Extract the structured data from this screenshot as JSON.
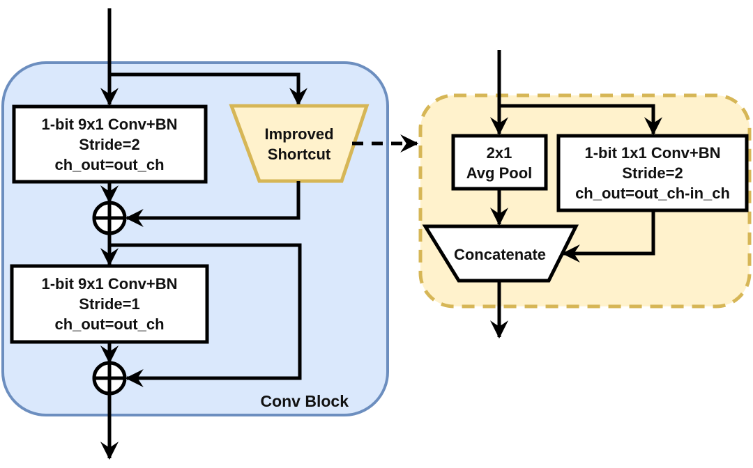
{
  "colors": {
    "conv_block_fill": "#dae8fc",
    "conv_block_stroke": "#6c8ebf",
    "shortcut_fill": "#fff2cc",
    "shortcut_stroke": "#d6b656",
    "line": "#000000",
    "box_fill": "#ffffff"
  },
  "conv_block": {
    "label": "Conv Block",
    "conv1": {
      "line1": "1-bit 9x1 Conv+BN",
      "line2": "Stride=2",
      "line3": "ch_out=out_ch"
    },
    "conv2": {
      "line1": "1-bit 9x1 Conv+BN",
      "line2": "Stride=1",
      "line3": "ch_out=out_ch"
    },
    "improved_shortcut": {
      "line1": "Improved",
      "line2": "Shortcut"
    },
    "add_symbol": "⊕"
  },
  "shortcut_detail": {
    "avg_pool": {
      "line1": "2x1",
      "line2": "Avg Pool"
    },
    "conv": {
      "line1": "1-bit 1x1 Conv+BN",
      "line2": "Stride=2",
      "line3": "ch_out=out_ch-in_ch"
    },
    "concat": {
      "label": "Concatenate"
    }
  }
}
